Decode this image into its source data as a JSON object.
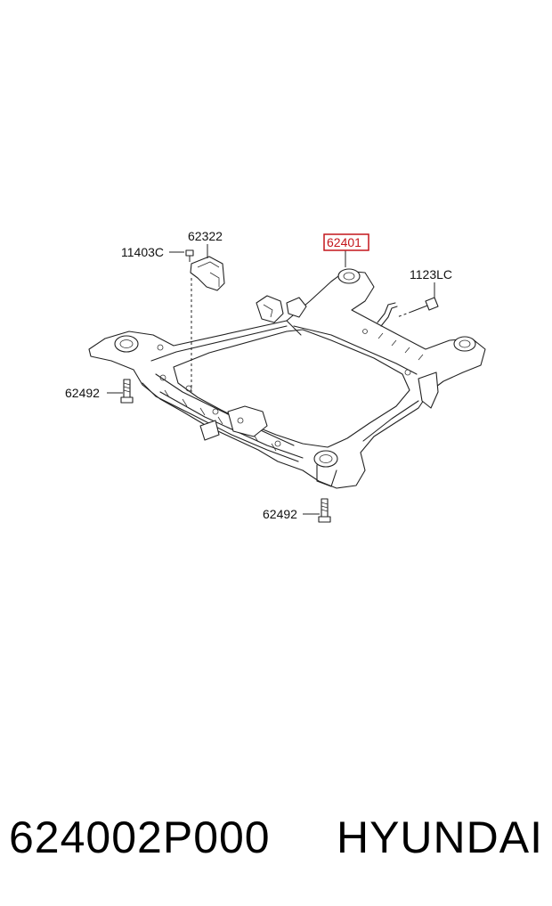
{
  "callouts": {
    "c62322": "62322",
    "c11403C": "11403C",
    "c62401": "62401",
    "c1123LC": "1123LC",
    "c62492_left": "62492",
    "c62492_bottom": "62492"
  },
  "footer": {
    "part_number": "624002P000",
    "brand": "HYUNDAI"
  },
  "colors": {
    "highlight": "#c4161c",
    "line": "#222222",
    "background": "#ffffff"
  }
}
